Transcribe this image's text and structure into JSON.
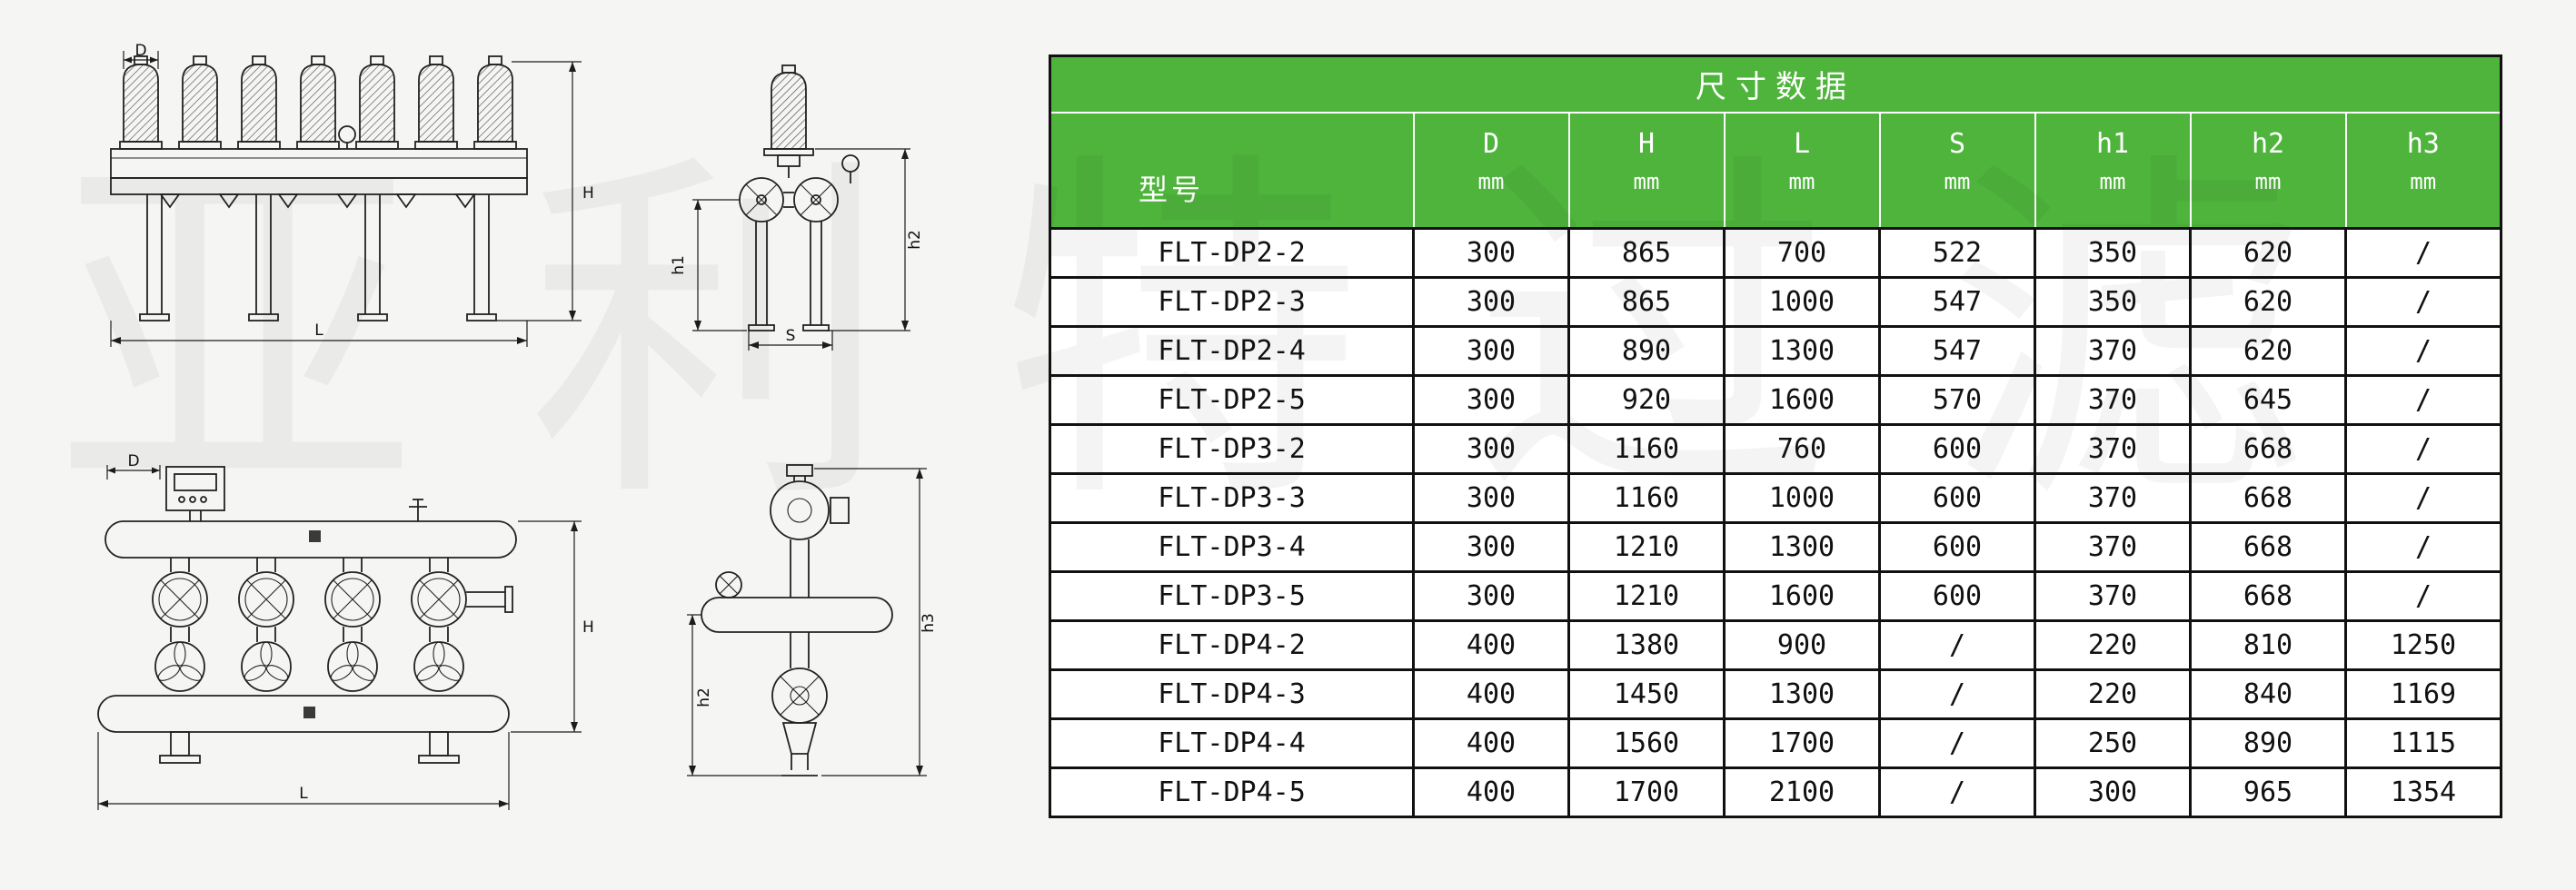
{
  "watermark": "亚利特过滤",
  "colors": {
    "header_green": "#4eb43b",
    "table_border": "#111111",
    "page_background": "#f5f5f3",
    "line_color": "#222222"
  },
  "table": {
    "title": "尺寸数据",
    "model_header": "型号",
    "unit": "mm",
    "columns": [
      "D",
      "H",
      "L",
      "S",
      "h1",
      "h2",
      "h3"
    ],
    "rows": [
      {
        "model": "FLT-DP2-2",
        "values": [
          "300",
          "865",
          "700",
          "522",
          "350",
          "620",
          "/"
        ]
      },
      {
        "model": "FLT-DP2-3",
        "values": [
          "300",
          "865",
          "1000",
          "547",
          "350",
          "620",
          "/"
        ]
      },
      {
        "model": "FLT-DP2-4",
        "values": [
          "300",
          "890",
          "1300",
          "547",
          "370",
          "620",
          "/"
        ]
      },
      {
        "model": "FLT-DP2-5",
        "values": [
          "300",
          "920",
          "1600",
          "570",
          "370",
          "645",
          "/"
        ]
      },
      {
        "model": "FLT-DP3-2",
        "values": [
          "300",
          "1160",
          "760",
          "600",
          "370",
          "668",
          "/"
        ]
      },
      {
        "model": "FLT-DP3-3",
        "values": [
          "300",
          "1160",
          "1000",
          "600",
          "370",
          "668",
          "/"
        ]
      },
      {
        "model": "FLT-DP3-4",
        "values": [
          "300",
          "1210",
          "1300",
          "600",
          "370",
          "668",
          "/"
        ]
      },
      {
        "model": "FLT-DP3-5",
        "values": [
          "300",
          "1210",
          "1600",
          "600",
          "370",
          "668",
          "/"
        ]
      },
      {
        "model": "FLT-DP4-2",
        "values": [
          "400",
          "1380",
          "900",
          "/",
          "220",
          "810",
          "1250"
        ]
      },
      {
        "model": "FLT-DP4-3",
        "values": [
          "400",
          "1450",
          "1300",
          "/",
          "220",
          "840",
          "1169"
        ]
      },
      {
        "model": "FLT-DP4-4",
        "values": [
          "400",
          "1560",
          "1700",
          "/",
          "250",
          "890",
          "1115"
        ]
      },
      {
        "model": "FLT-DP4-5",
        "values": [
          "400",
          "1700",
          "2100",
          "/",
          "300",
          "965",
          "1354"
        ]
      }
    ]
  },
  "drawings": {
    "labels": {
      "D": "D",
      "H": "H",
      "L": "L",
      "S": "S",
      "h1": "h1",
      "h2": "h2",
      "h3": "h3"
    }
  }
}
